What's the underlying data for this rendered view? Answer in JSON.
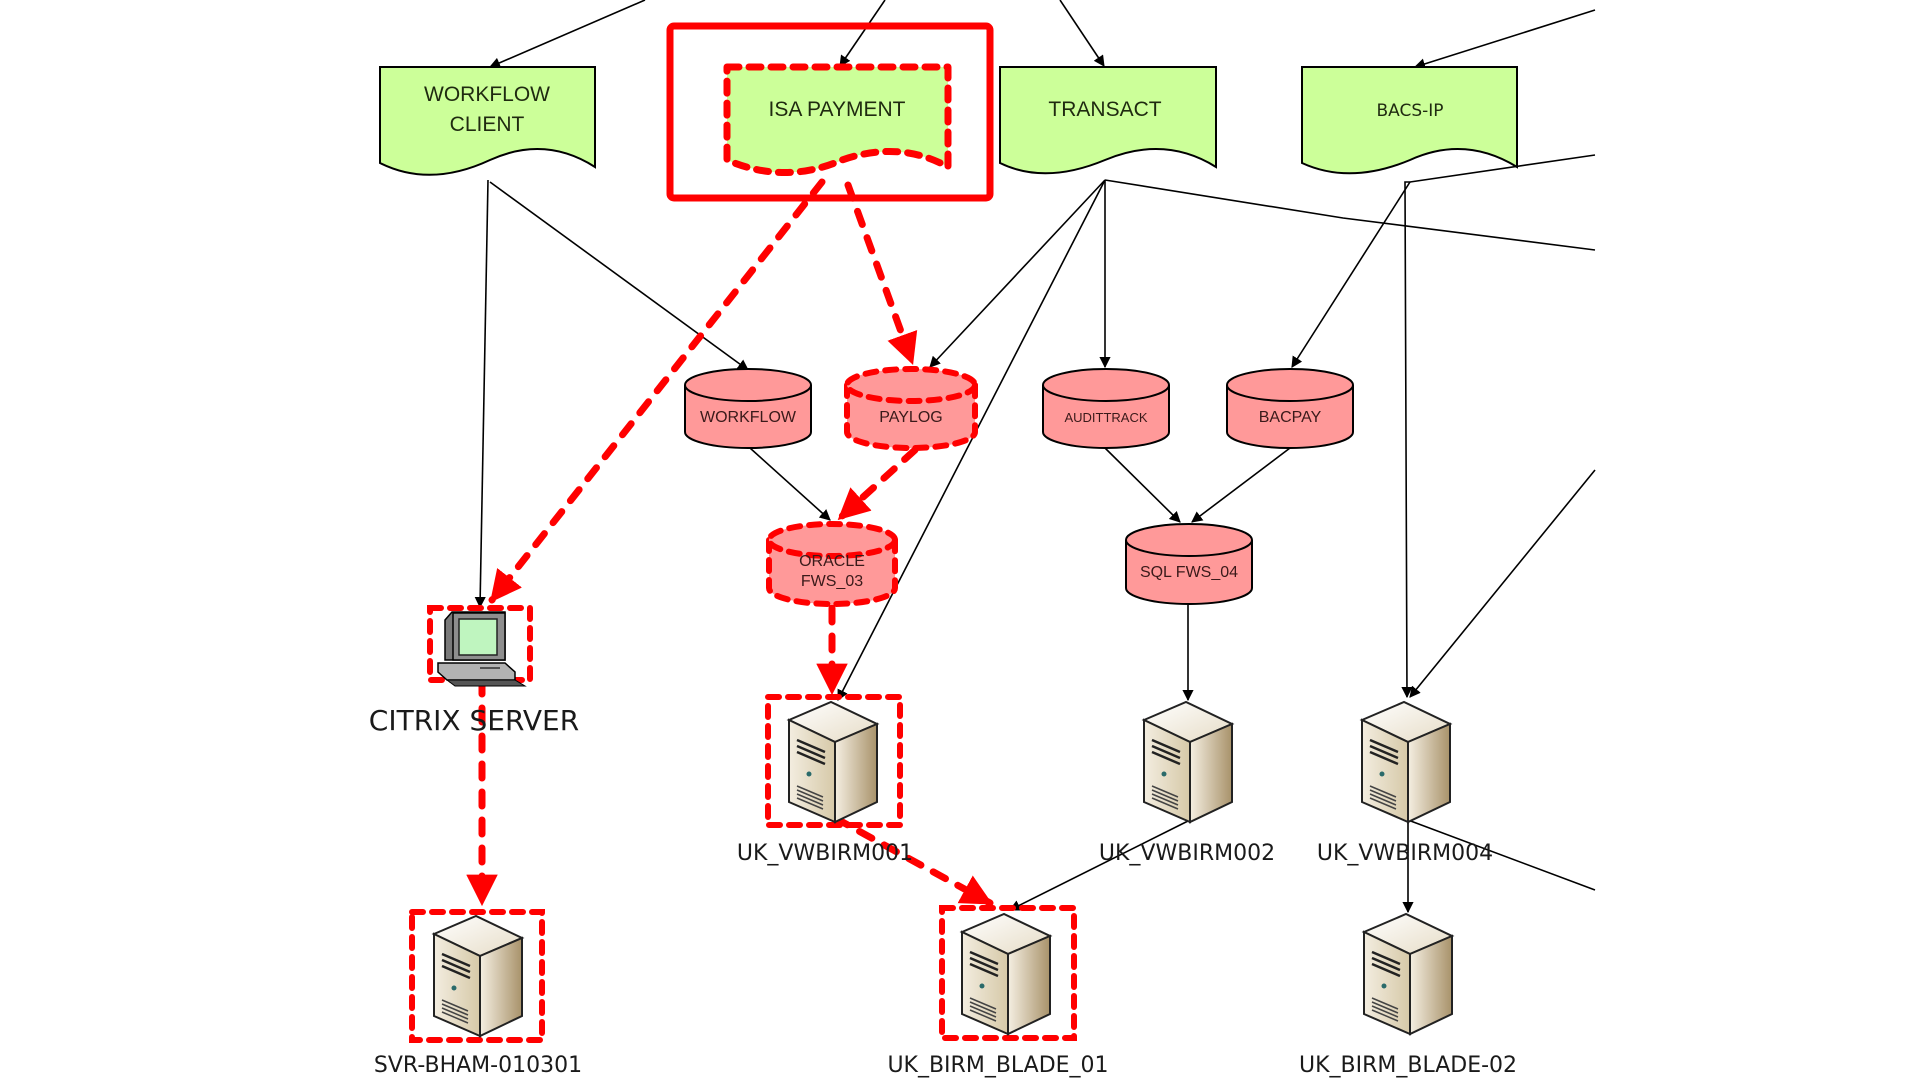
{
  "diagram": {
    "colors": {
      "document_fill": "#ccff99",
      "database_fill": "#ff9999",
      "highlight": "#ff0000",
      "edge": "#000000",
      "server_body": "#e8dfc8",
      "screen": "#bff5bf"
    },
    "applications": [
      {
        "id": "workflow_client",
        "lines": [
          "WORKFLOW",
          "CLIENT"
        ],
        "highlighted": false
      },
      {
        "id": "isa_payment",
        "lines": [
          "ISA PAYMENT"
        ],
        "highlighted": true,
        "emphasis_box": true
      },
      {
        "id": "transact",
        "lines": [
          "TRANSACT"
        ],
        "highlighted": false
      },
      {
        "id": "bacs_ip",
        "lines": [
          "BACS-IP"
        ],
        "highlighted": false
      }
    ],
    "databases": [
      {
        "id": "workflow_db",
        "lines": [
          "WORKFLOW"
        ],
        "highlighted": false
      },
      {
        "id": "paylog",
        "lines": [
          "PAYLOG"
        ],
        "highlighted": true
      },
      {
        "id": "audittrack",
        "lines": [
          "AUDITTRACK"
        ],
        "highlighted": false
      },
      {
        "id": "bacpay",
        "lines": [
          "BACPAY"
        ],
        "highlighted": false
      },
      {
        "id": "oracle_fws_03",
        "lines": [
          "ORACLE",
          "FWS_03"
        ],
        "highlighted": true
      },
      {
        "id": "sql_fws_04",
        "lines": [
          "SQL FWS_04"
        ],
        "highlighted": false
      }
    ],
    "machines": [
      {
        "id": "citrix_server",
        "label": "CITRIX SERVER",
        "icon": "computer-icon",
        "highlighted": true
      },
      {
        "id": "uk_vwbirm001",
        "label": "UK_VWBIRM001",
        "icon": "server-icon",
        "highlighted": true
      },
      {
        "id": "uk_vwbirm002",
        "label": "UK_VWBIRM002",
        "icon": "server-icon",
        "highlighted": false
      },
      {
        "id": "uk_vwbirm004",
        "label": "UK_VWBIRM004",
        "icon": "server-icon",
        "highlighted": false
      },
      {
        "id": "svr_bham_010301",
        "label": "SVR-BHAM-010301",
        "icon": "server-icon",
        "highlighted": true
      },
      {
        "id": "uk_birm_blade_01",
        "label": "UK_BIRM_BLADE_01",
        "icon": "server-icon",
        "highlighted": true
      },
      {
        "id": "uk_birm_blade_02",
        "label": "UK_BIRM_BLADE-02",
        "icon": "server-icon",
        "highlighted": false
      }
    ],
    "edges": [
      {
        "from": "offscreen",
        "to": "workflow_client",
        "style": "normal"
      },
      {
        "from": "offscreen",
        "to": "isa_payment",
        "style": "normal"
      },
      {
        "from": "offscreen",
        "to": "transact",
        "style": "normal"
      },
      {
        "from": "offscreen",
        "to": "bacs_ip",
        "style": "normal"
      },
      {
        "from": "workflow_client",
        "to": "citrix_server",
        "style": "normal"
      },
      {
        "from": "workflow_client",
        "to": "workflow_db",
        "style": "normal"
      },
      {
        "from": "transact",
        "to": "paylog",
        "style": "normal"
      },
      {
        "from": "transact",
        "to": "uk_vwbirm001",
        "style": "normal"
      },
      {
        "from": "transact",
        "to": "audittrack",
        "style": "normal"
      },
      {
        "from": "transact",
        "to": "offscreen",
        "style": "normal"
      },
      {
        "from": "bacs_ip",
        "to": "bacpay",
        "style": "normal"
      },
      {
        "from": "bacs_ip",
        "to": "uk_vwbirm004",
        "style": "normal"
      },
      {
        "from": "offscreen",
        "to": "bacs_ip",
        "style": "normal"
      },
      {
        "from": "offscreen",
        "to": "uk_vwbirm004",
        "style": "normal"
      },
      {
        "from": "workflow_db",
        "to": "oracle_fws_03",
        "style": "normal"
      },
      {
        "from": "audittrack",
        "to": "sql_fws_04",
        "style": "normal"
      },
      {
        "from": "bacpay",
        "to": "sql_fws_04",
        "style": "normal"
      },
      {
        "from": "sql_fws_04",
        "to": "uk_vwbirm002",
        "style": "normal"
      },
      {
        "from": "uk_vwbirm002",
        "to": "uk_birm_blade_01",
        "style": "normal"
      },
      {
        "from": "uk_vwbirm004",
        "to": "uk_birm_blade_02",
        "style": "normal"
      },
      {
        "from": "uk_vwbirm004",
        "to": "offscreen",
        "style": "normal"
      },
      {
        "from": "isa_payment",
        "to": "citrix_server",
        "style": "highlighted"
      },
      {
        "from": "isa_payment",
        "to": "paylog",
        "style": "highlighted"
      },
      {
        "from": "paylog",
        "to": "oracle_fws_03",
        "style": "highlighted"
      },
      {
        "from": "oracle_fws_03",
        "to": "uk_vwbirm001",
        "style": "highlighted"
      },
      {
        "from": "citrix_server",
        "to": "svr_bham_010301",
        "style": "highlighted"
      },
      {
        "from": "uk_vwbirm001",
        "to": "uk_birm_blade_01",
        "style": "highlighted"
      }
    ]
  }
}
